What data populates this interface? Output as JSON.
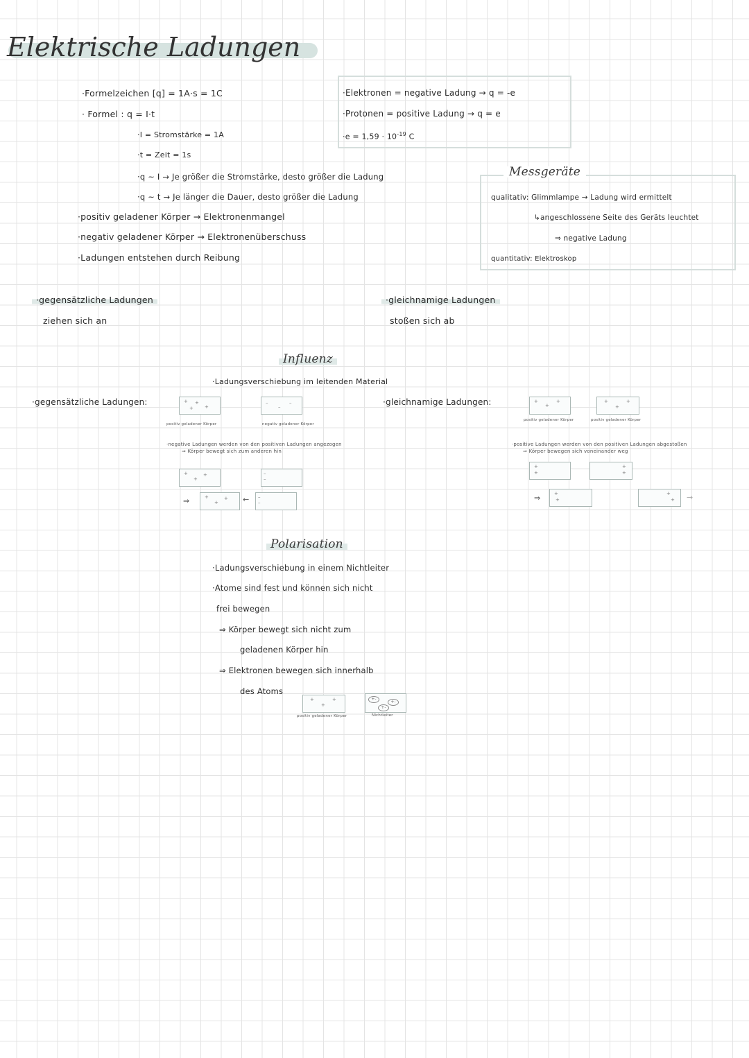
{
  "title": "Elektrische Ladungen",
  "basics": {
    "formelzeichen": "·Formelzeichen  [q] = 1A·s = 1C",
    "formel": "· Formel :  q = I·t",
    "stromstaerke": "·I = Stromstärke = 1A",
    "zeit": "·t = Zeit = 1s",
    "prop_i": "·q ~ I  → Je größer die Stromstärke, desto größer die Ladung",
    "prop_t": "·q ~ t  → Je länger die Dauer, desto größer die Ladung",
    "positiv": "·positiv geladener Körper → Elektronenmangel",
    "negativ": "·negativ geladener Körper → Elektronenüberschuss",
    "reibung": "·Ladungen entstehen durch Reibung"
  },
  "particles": {
    "elektronen": "·Elektronen = negative Ladung → q = -e",
    "protonen": "·Protonen   = positive  Ladung  → q = e",
    "e_value": "·e = 1,59 · 10",
    "e_exp": "-19",
    "e_unit": "C"
  },
  "messgeraete": {
    "heading": "Messgeräte",
    "qualitativ": "qualitativ: Glimmlampe → Ladung wird ermittelt",
    "angeschlossen": "↳angeschlossene Seite des Geräts leuchtet",
    "negative": "⇒ negative Ladung",
    "quantitativ": "quantitativ: Elektroskop"
  },
  "charges": {
    "opposite_label": "·gegensätzliche Ladungen",
    "opposite_text": "ziehen sich an",
    "same_label": "·gleichnamige Ladungen",
    "same_text": "stoßen sich ab"
  },
  "influenz": {
    "heading": "Influenz",
    "definition": "·Ladungsverschiebung im leitenden Material",
    "opposite_label": "·gegensätzliche Ladungen:",
    "pos_body": "positiv geladener Körper",
    "neg_body": "negativ geladener Körper",
    "opposite_note1": "·negative Ladungen werden von den positiven Ladungen angezogen",
    "opposite_note2": "⇒ Körper bewegt sich zum anderen hin",
    "same_label": "·gleichnamige Ladungen:",
    "pos_body2": "positiv geladener Körper",
    "pos_body3": "positiv geladener Körper",
    "same_note1": "·positive Ladungen werden von den positiven Ladungen abgestoßen",
    "same_note2": "⇒ Körper bewegen sich voneinander weg",
    "implies": "⇒",
    "arrow_left": "←",
    "arrow_right": "→"
  },
  "polarisation": {
    "heading": "Polarisation",
    "line1": "·Ladungsverschiebung in einem Nichtleiter",
    "line2": "·Atome sind fest und können sich nicht",
    "line3": "frei bewegen",
    "line4": "⇒ Körper bewegt sich nicht zum",
    "line5": "geladenen Körper hin",
    "line6": "⇒ Elektronen bewegen sich innerhalb",
    "line7": "des Atoms",
    "pos_body": "positiv geladener Körper",
    "nichtleiter": "Nichtleiter"
  },
  "symbols": {
    "plus": "+",
    "minus": "–"
  },
  "colors": {
    "highlight": "#d6e3e0",
    "box": "#d5dedc",
    "grid": "#e4e4e4"
  }
}
